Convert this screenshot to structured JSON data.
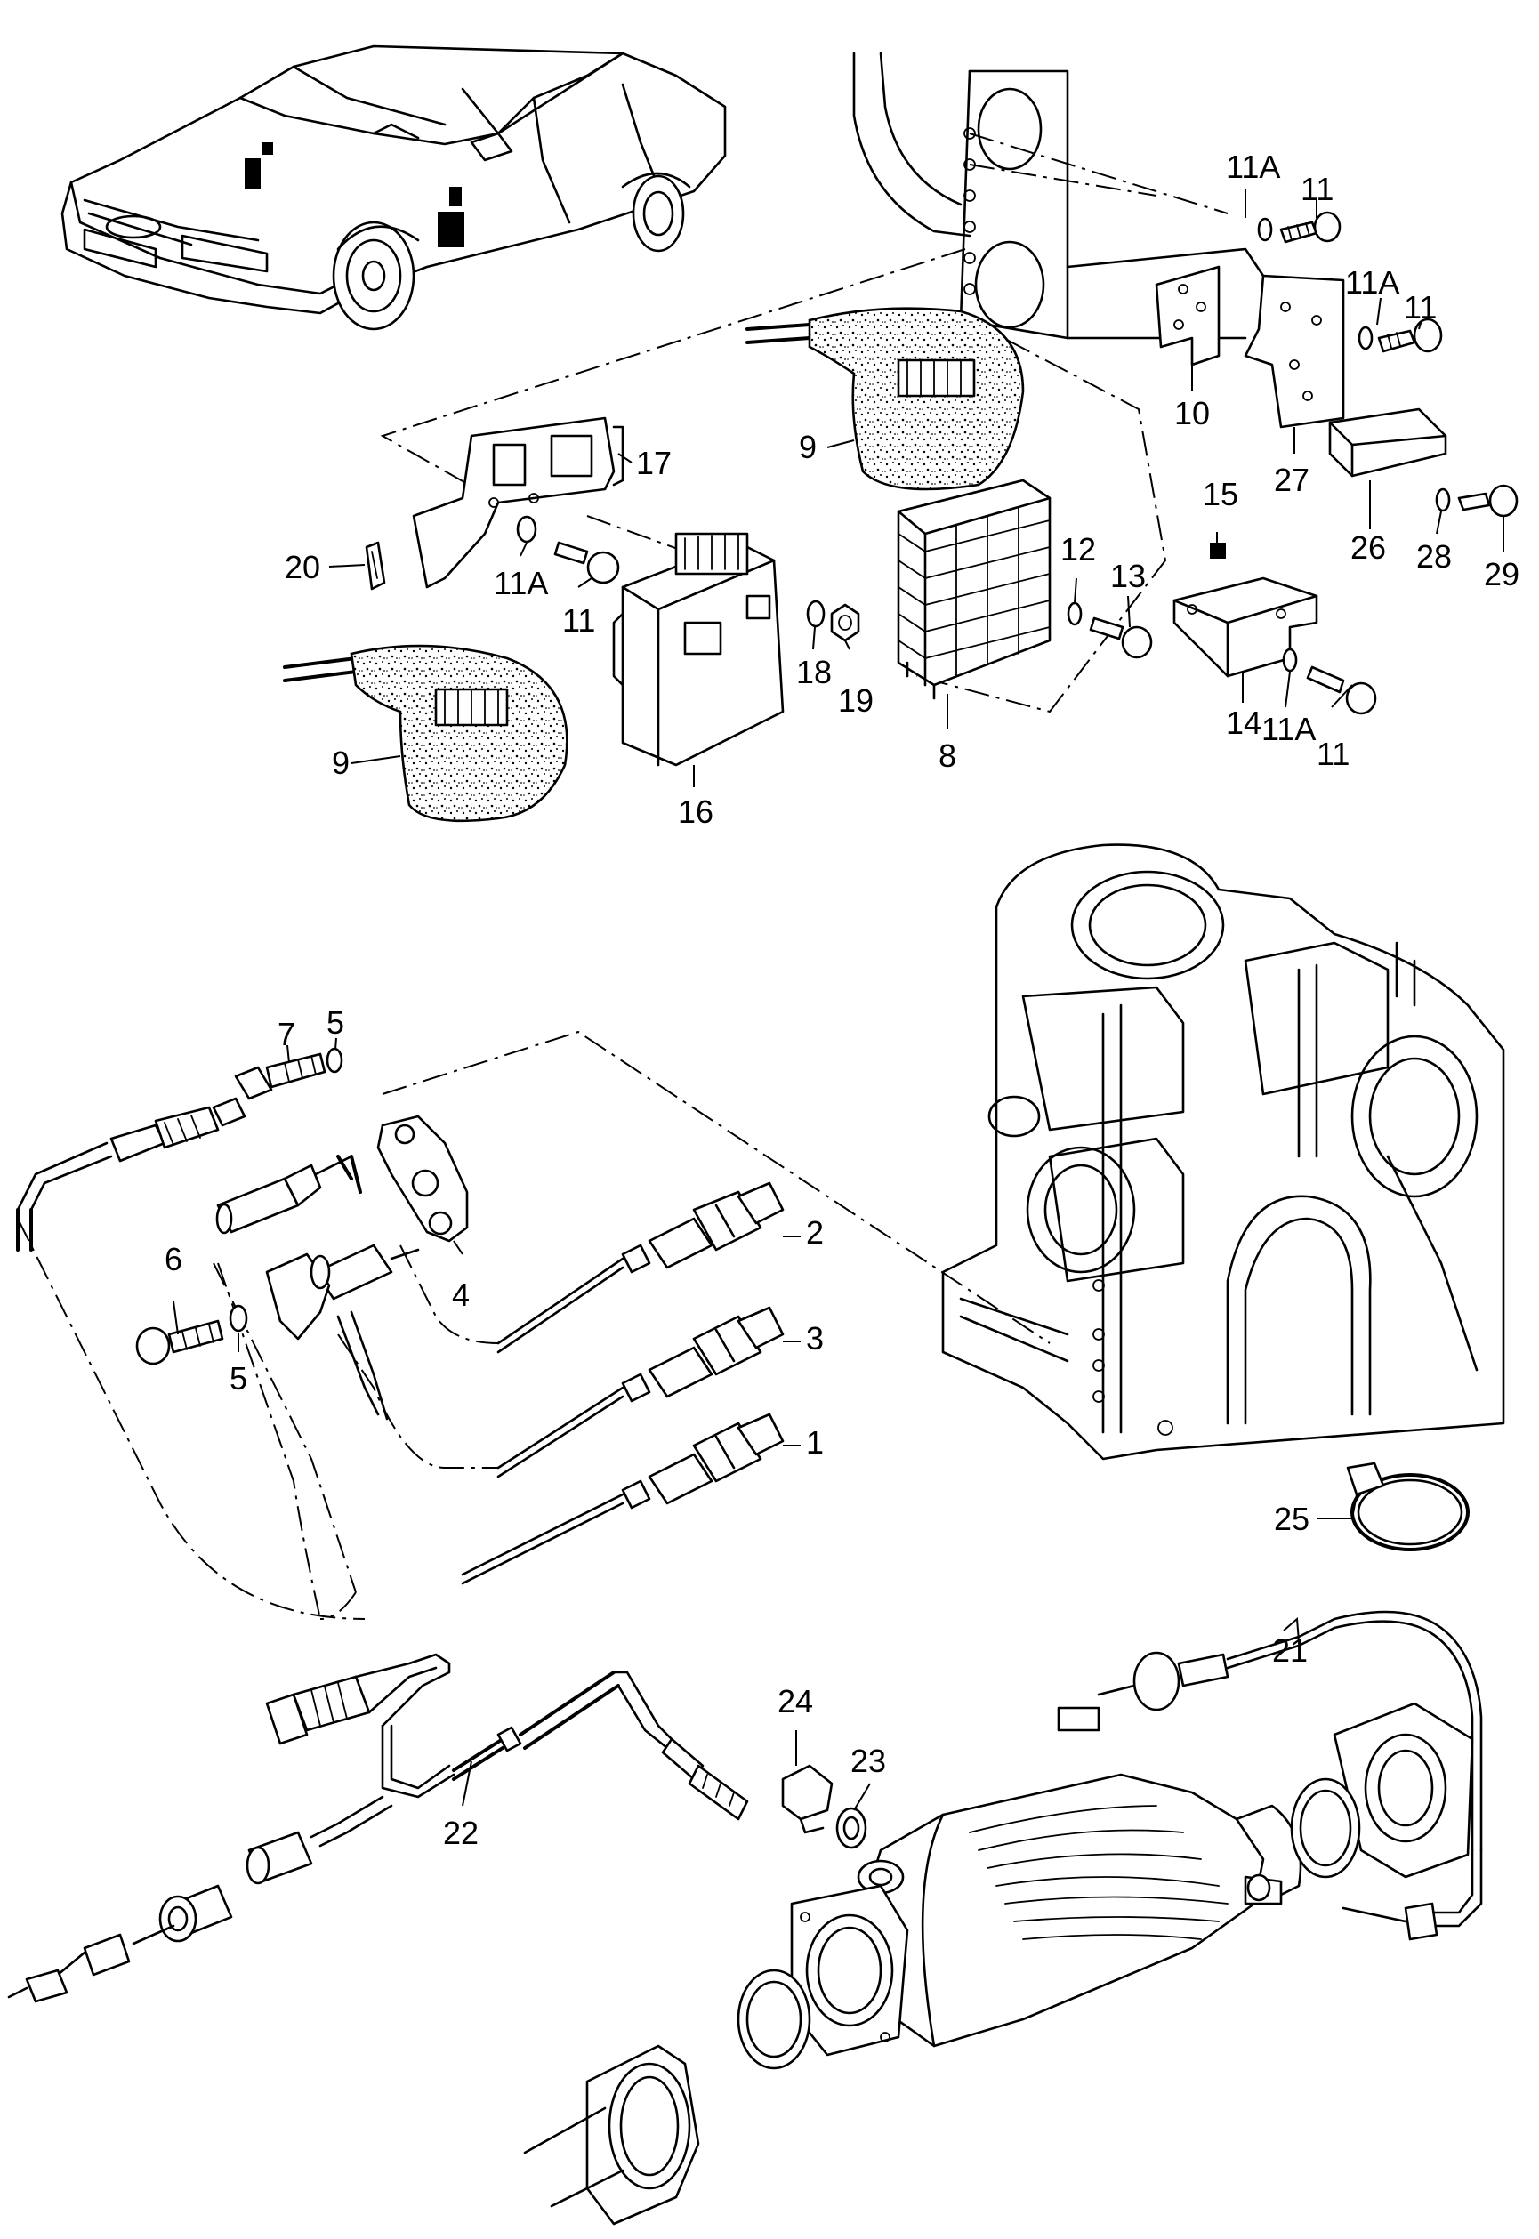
{
  "diagram": {
    "labels": [
      {
        "id": "p11A_a",
        "text": "11A"
      },
      {
        "id": "p11_a",
        "text": "11"
      },
      {
        "id": "p11A_b",
        "text": "11A"
      },
      {
        "id": "p11_b",
        "text": "11"
      },
      {
        "id": "p10",
        "text": "10"
      },
      {
        "id": "p27",
        "text": "27"
      },
      {
        "id": "p26",
        "text": "26"
      },
      {
        "id": "p28",
        "text": "28"
      },
      {
        "id": "p29",
        "text": "29"
      },
      {
        "id": "p9_a",
        "text": "9"
      },
      {
        "id": "p15",
        "text": "15"
      },
      {
        "id": "p12",
        "text": "12"
      },
      {
        "id": "p13",
        "text": "13"
      },
      {
        "id": "p14",
        "text": "14"
      },
      {
        "id": "p11A_c",
        "text": "11A"
      },
      {
        "id": "p11_c",
        "text": "11"
      },
      {
        "id": "p8",
        "text": "8"
      },
      {
        "id": "p17",
        "text": "17"
      },
      {
        "id": "p20",
        "text": "20"
      },
      {
        "id": "p11A_d",
        "text": "11A"
      },
      {
        "id": "p11_d",
        "text": "11"
      },
      {
        "id": "p18",
        "text": "18"
      },
      {
        "id": "p19",
        "text": "19"
      },
      {
        "id": "p9_b",
        "text": "9"
      },
      {
        "id": "p16",
        "text": "16"
      },
      {
        "id": "p7",
        "text": "7"
      },
      {
        "id": "p5_a",
        "text": "5"
      },
      {
        "id": "p2",
        "text": "2"
      },
      {
        "id": "p3",
        "text": "3"
      },
      {
        "id": "p6",
        "text": "6"
      },
      {
        "id": "p4",
        "text": "4"
      },
      {
        "id": "p5_b",
        "text": "5"
      },
      {
        "id": "p1",
        "text": "1"
      },
      {
        "id": "p25",
        "text": "25"
      },
      {
        "id": "p21",
        "text": "21"
      },
      {
        "id": "p24",
        "text": "24"
      },
      {
        "id": "p23",
        "text": "23"
      },
      {
        "id": "p22",
        "text": "22"
      }
    ]
  }
}
